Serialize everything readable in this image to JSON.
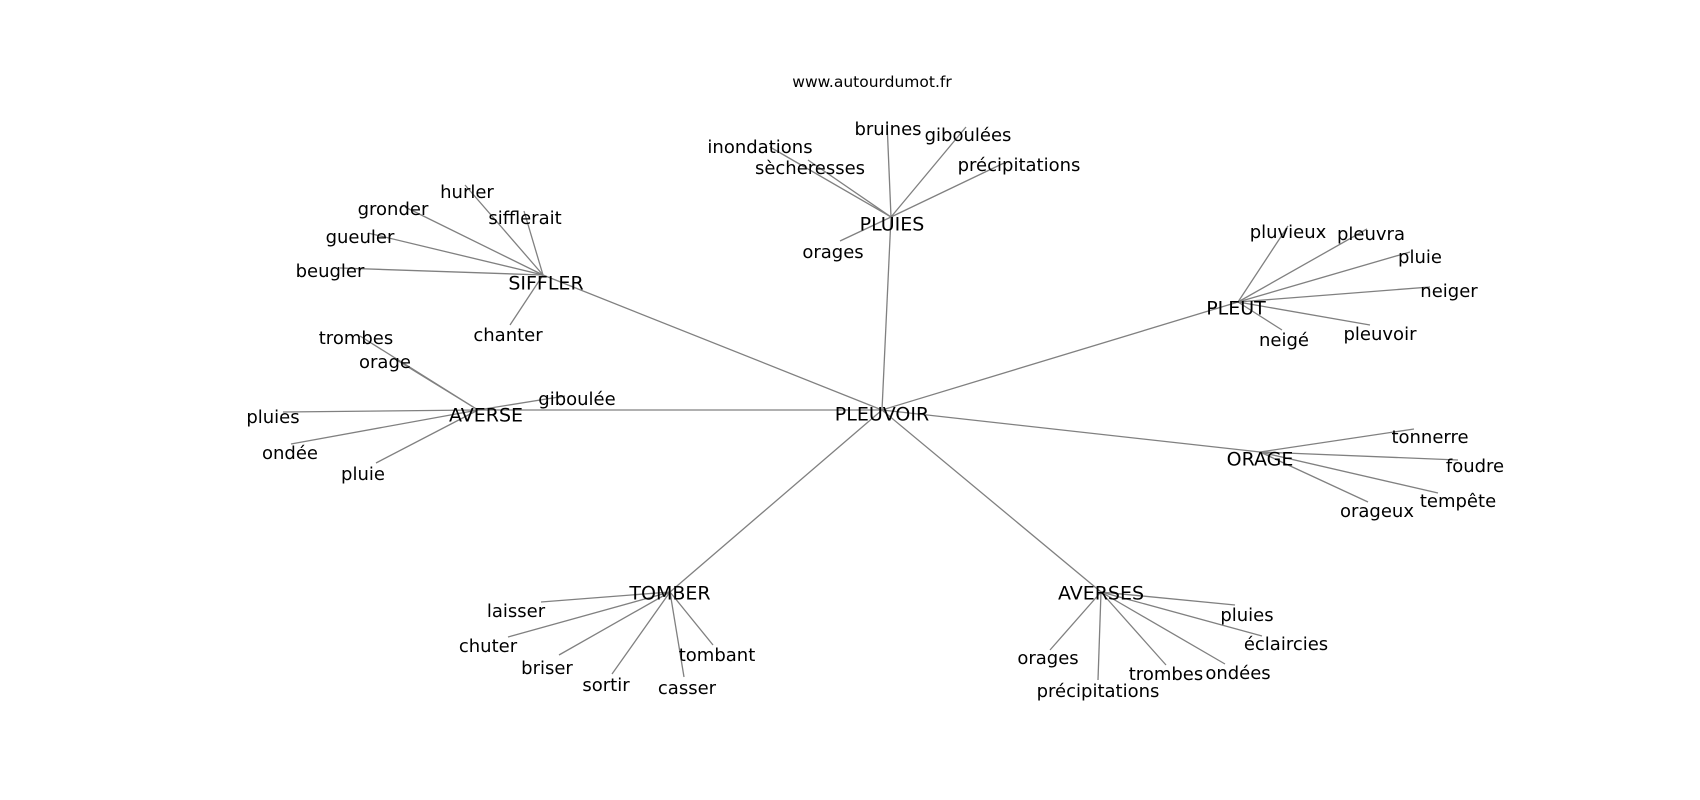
{
  "header": {
    "site": "www.autourdumot.fr"
  },
  "colors": {
    "edge": "#808080",
    "text": "#000000",
    "background": "#ffffff"
  },
  "graph": {
    "center": "PLEUVOIR",
    "hubs": [
      {
        "label": "PLUIES",
        "words": [
          "inondations",
          "bruines",
          "giboulées",
          "précipitations",
          "sècheresses",
          "orages"
        ]
      },
      {
        "label": "SIFFLER",
        "words": [
          "hurler",
          "gronder",
          "sifflerait",
          "gueuler",
          "beugler",
          "chanter"
        ]
      },
      {
        "label": "PLEUT",
        "words": [
          "pluvieux",
          "pleuvra",
          "pluie",
          "neiger",
          "pleuvoir",
          "neigé"
        ]
      },
      {
        "label": "AVERSE",
        "words": [
          "trombes",
          "orage",
          "giboulée",
          "pluies",
          "ondée",
          "pluie"
        ]
      },
      {
        "label": "ORAGE",
        "words": [
          "tonnerre",
          "foudre",
          "tempête",
          "orageux"
        ]
      },
      {
        "label": "TOMBER",
        "words": [
          "laisser",
          "chuter",
          "briser",
          "sortir",
          "casser",
          "tombant"
        ]
      },
      {
        "label": "AVERSES",
        "words": [
          "pluies",
          "éclaircies",
          "ondées",
          "trombes",
          "précipitations",
          "orages"
        ]
      }
    ]
  }
}
